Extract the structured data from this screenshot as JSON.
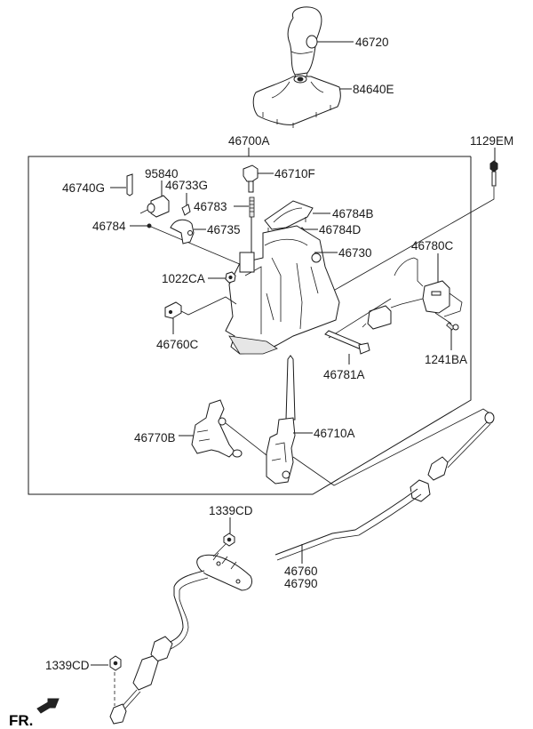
{
  "diagram": {
    "title": "Shift lever assembly & cable",
    "orientation_label": "FR.",
    "labels": {
      "knob": "46720",
      "boot_cover": "84640E",
      "lever_assy": "46700A",
      "bolt_top_right": "1129EM",
      "connector_top": "46710F",
      "bracket_46740G": "46740G",
      "switch_95840": "95840",
      "part_46733G": "46733G",
      "spring_46783": "46783",
      "cover_46784B": "46784B",
      "pin_46784D": "46784D",
      "pin_46784": "46784",
      "part_46735": "46735",
      "housing": "46730",
      "nut_1022CA": "1022CA",
      "part_46780C": "46780C",
      "clip_46760C": "46760C",
      "pin_46781A": "46781A",
      "bolt_1241BA": "1241BA",
      "part_46770B": "46770B",
      "lever_46710A": "46710A",
      "nut_1339CD_top": "1339CD",
      "cable_a": "46760",
      "cable_b": "46790",
      "nut_1339CD_bottom": "1339CD"
    }
  }
}
